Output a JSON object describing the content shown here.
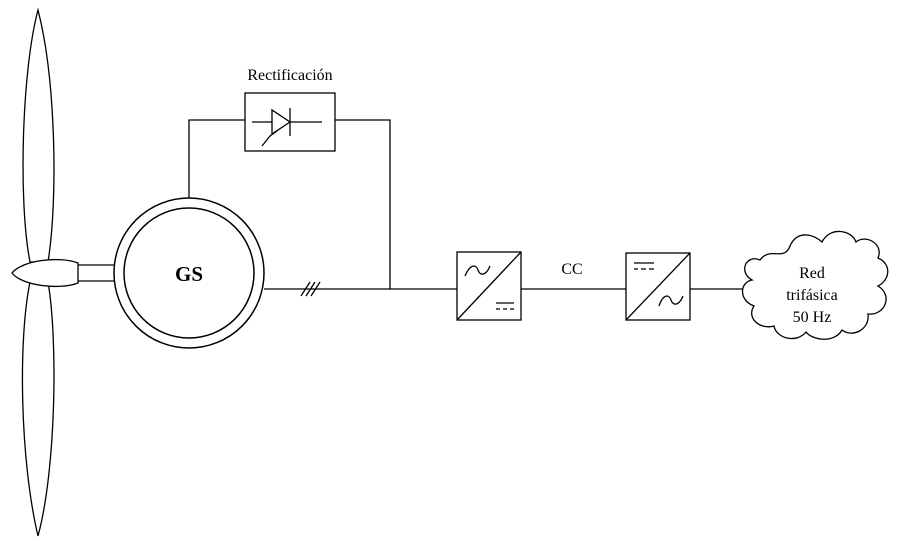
{
  "rectifier": {
    "label": "Rectificación",
    "icon": "thyristor-icon"
  },
  "generator": {
    "label": "GS"
  },
  "dc_link": {
    "label": "CC"
  },
  "inverter_1": {
    "icon": "ac-dc-converter-icon"
  },
  "inverter_2": {
    "icon": "dc-ac-converter-icon"
  },
  "grid": {
    "line1": "Red",
    "line2": "trifásica",
    "line3": "50 Hz"
  }
}
